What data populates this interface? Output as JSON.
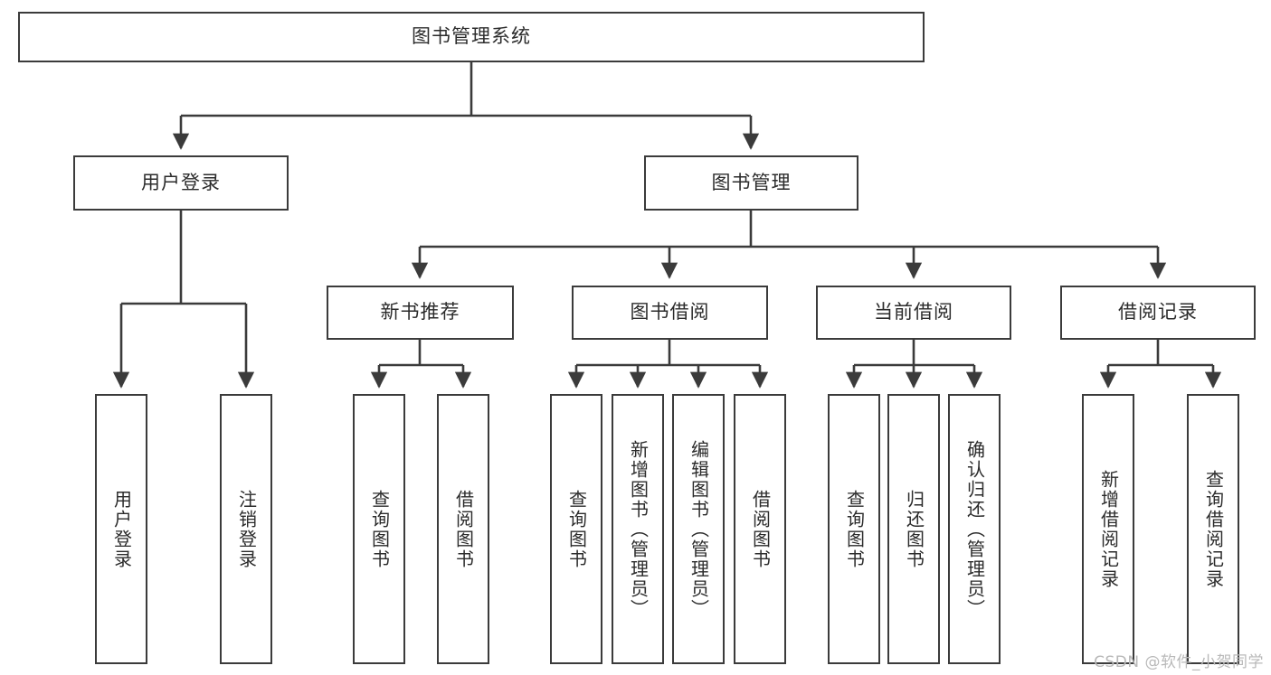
{
  "diagram": {
    "title_node": {
      "label": "图书管理系统"
    },
    "level1": [
      {
        "id": "user-login",
        "label": "用户登录"
      },
      {
        "id": "book-manage",
        "label": "图书管理"
      }
    ],
    "level2": [
      {
        "id": "new-book-recommend",
        "label": "新书推荐"
      },
      {
        "id": "book-borrow",
        "label": "图书借阅"
      },
      {
        "id": "current-borrow",
        "label": "当前借阅"
      },
      {
        "id": "borrow-record",
        "label": "借阅记录"
      }
    ],
    "leaves": {
      "user_login": [
        {
          "id": "leaf-user-login",
          "label": "用户登录"
        },
        {
          "id": "leaf-logout-login",
          "label": "注销登录"
        }
      ],
      "new_book_recommend": [
        {
          "id": "leaf-query-book-1",
          "label": "查询图书"
        },
        {
          "id": "leaf-borrow-book-1",
          "label": "借阅图书"
        }
      ],
      "book_borrow": [
        {
          "id": "leaf-query-book-2",
          "label": "查询图书"
        },
        {
          "id": "leaf-add-book",
          "label": "新增图书（管理员）"
        },
        {
          "id": "leaf-edit-book",
          "label": "编辑图书（管理员）"
        },
        {
          "id": "leaf-borrow-book-2",
          "label": "借阅图书"
        }
      ],
      "current_borrow": [
        {
          "id": "leaf-query-book-3",
          "label": "查询图书"
        },
        {
          "id": "leaf-return-book",
          "label": "归还图书"
        },
        {
          "id": "leaf-confirm-return",
          "label": "确认归还（管理员）"
        }
      ],
      "borrow_record": [
        {
          "id": "leaf-add-record",
          "label": "新增借阅记录"
        },
        {
          "id": "leaf-query-record",
          "label": "查询借阅记录"
        }
      ]
    }
  },
  "watermark": {
    "text": "CSDN @软件_小贺同学"
  },
  "colors": {
    "stroke": "#3b3b3b",
    "text": "#2b2b2b",
    "background": "#ffffff",
    "watermark": "#b9b9b9"
  }
}
